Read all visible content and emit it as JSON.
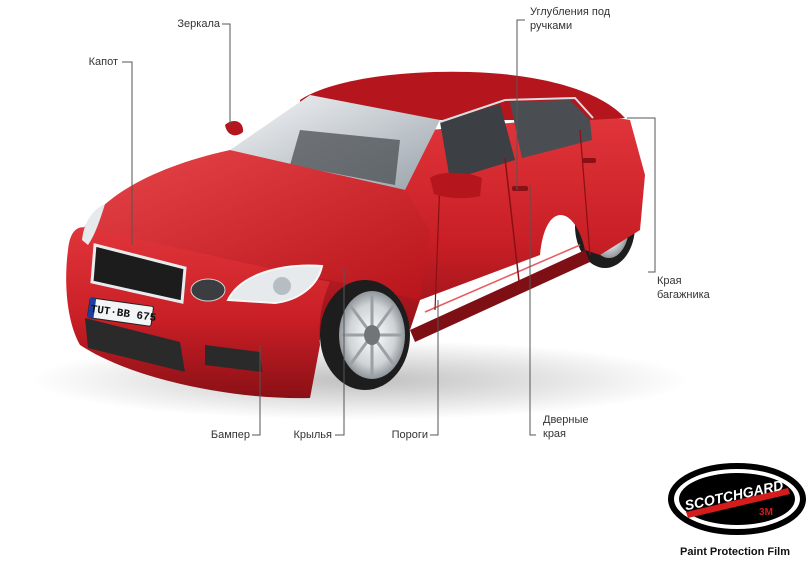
{
  "labels": {
    "mirrors": "Зеркала",
    "hood": "Капот",
    "handle_recesses": "Углубления под\nручками",
    "trunk_edges": "Края\nбагажника",
    "bumper": "Бампер",
    "fenders": "Крылья",
    "sills": "Пороги",
    "door_edges": "Дверные\nкрая"
  },
  "plate": {
    "text": "TUT·BB 675"
  },
  "brand": {
    "logo_word": "SCOTCHGARD",
    "maker": "3M",
    "tagline": "Paint Protection Film"
  },
  "colors": {
    "car_body": "#c81e25",
    "car_dark": "#7e0f14",
    "leader_line": "#555555",
    "brand_red": "#d41c1c"
  }
}
